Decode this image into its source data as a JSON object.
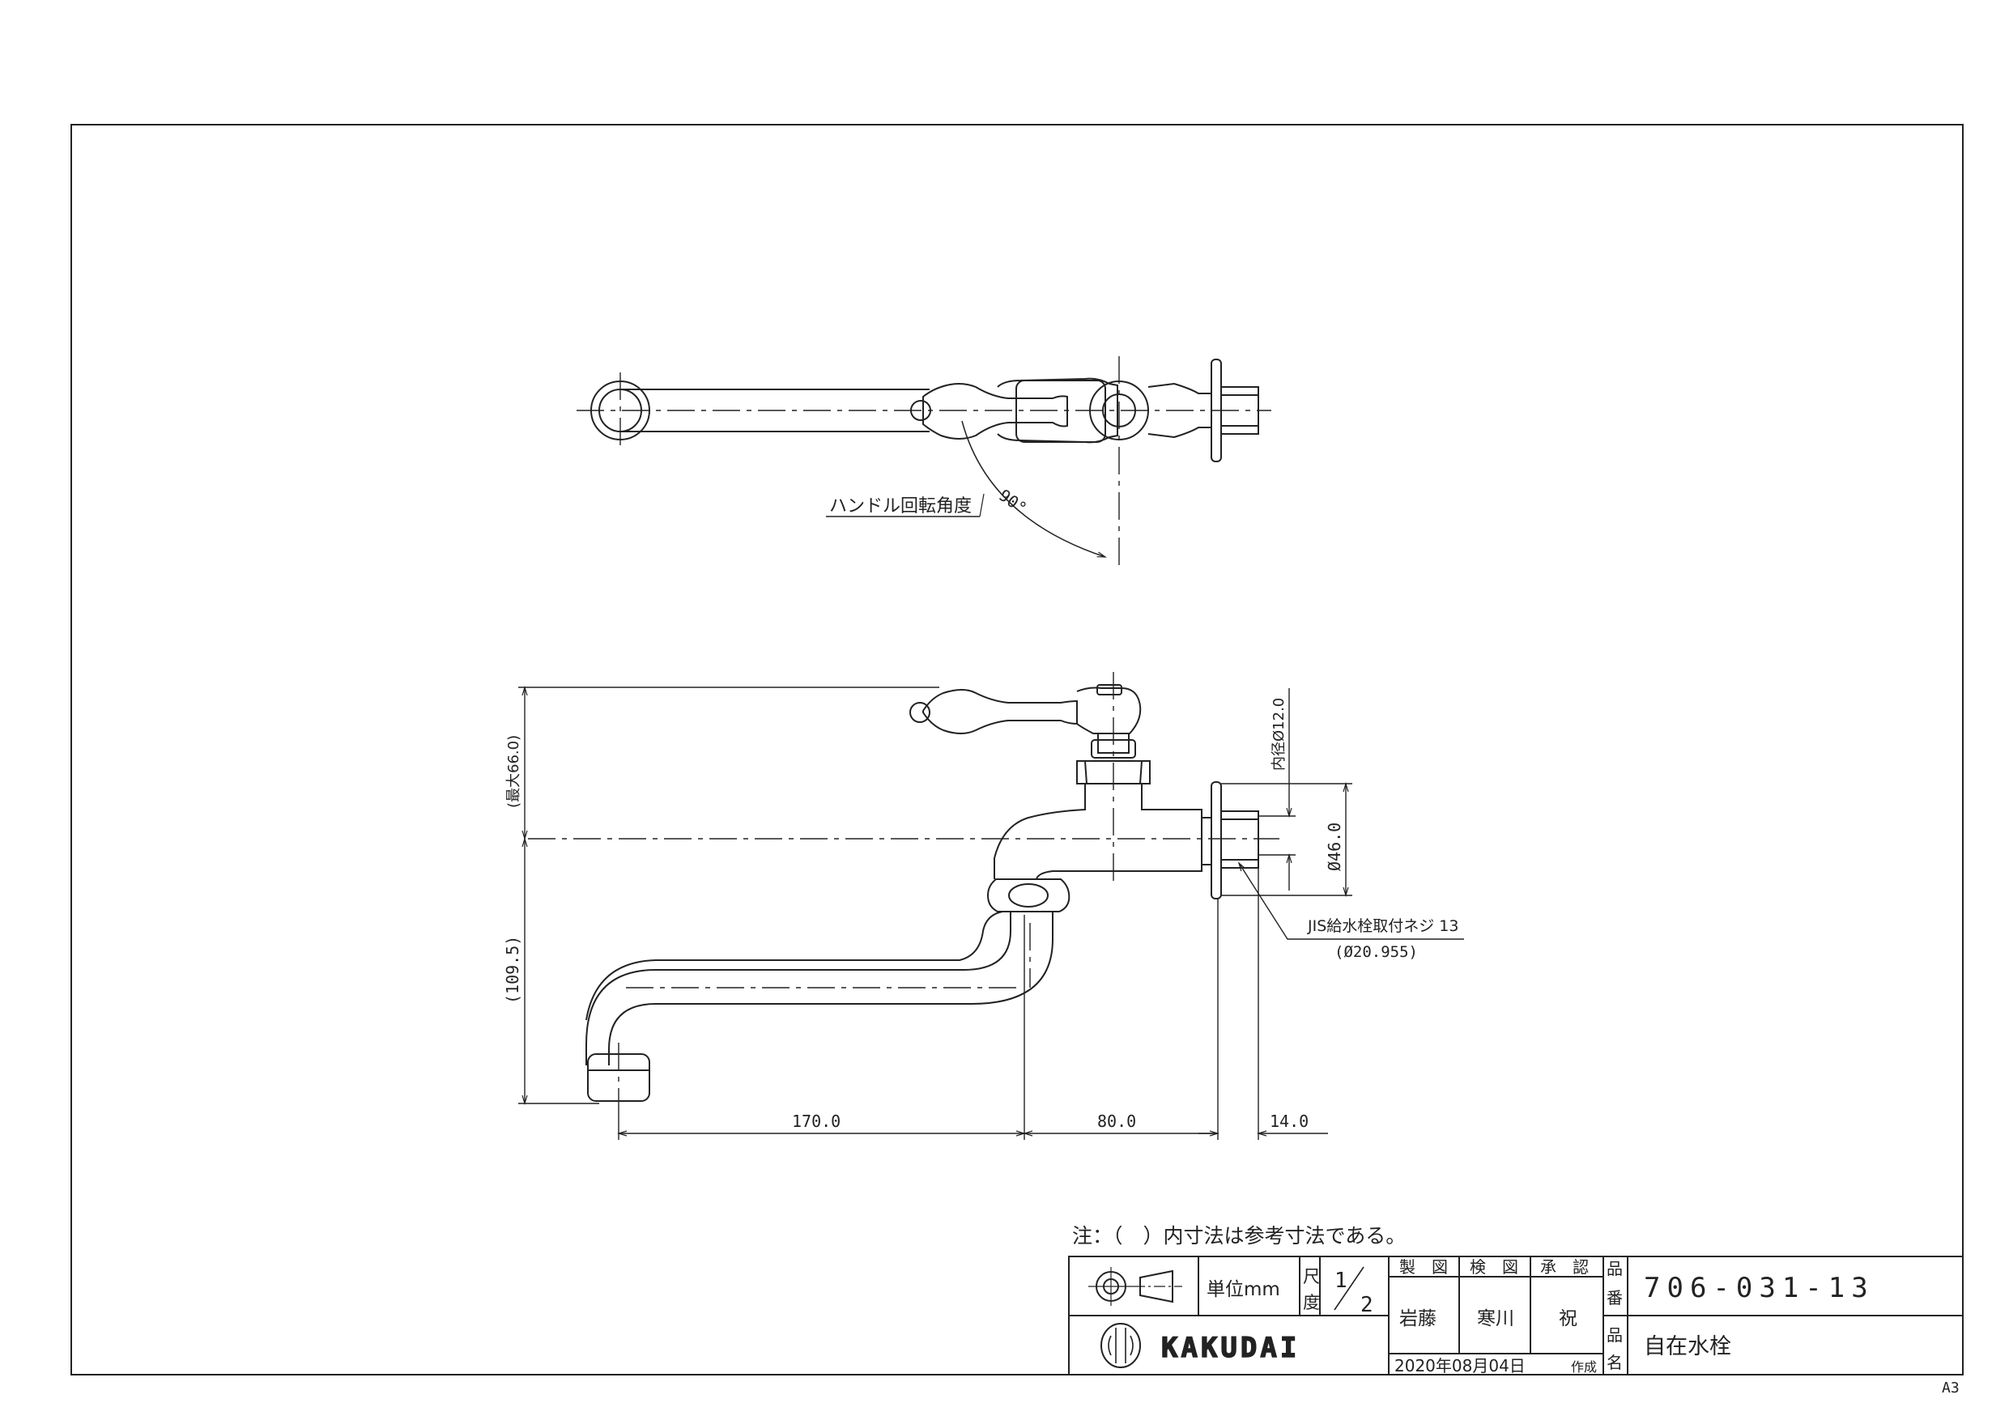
{
  "top_view": {
    "handle_rotation_label": "ハンドル回転角度",
    "rotation_angle": "90°"
  },
  "front_view": {
    "dim_max_height": "(最大66.0)",
    "dim_spout_drop": "(109.5)",
    "dim_inner_dia": "内径Ø12.0",
    "dim_flange_dia": "Ø46.0",
    "thread_spec": "JIS給水栓取付ネジ 13",
    "thread_dia": "(Ø20.955)",
    "dim_spout_reach": "170.0",
    "dim_body": "80.0",
    "dim_thread_len": "14.0"
  },
  "note": "注：（　）内寸法は参考寸法である。",
  "title_block": {
    "unit_label": "単位mm",
    "scale_label": "尺度",
    "scale_num": "1",
    "scale_den": "2",
    "drawn_label": "製　図",
    "checked_label": "検　図",
    "approved_label": "承　認",
    "drawn_by": "岩藤",
    "checked_by": "寒川",
    "approved_by": "祝",
    "part_no_label": "品番",
    "part_no": "706-031-13",
    "name_label": "品名",
    "name": "自在水栓",
    "date": "2020年08月04日",
    "created_label": "作成",
    "brand": "KAKUDAI"
  },
  "sheet_size": "A3"
}
